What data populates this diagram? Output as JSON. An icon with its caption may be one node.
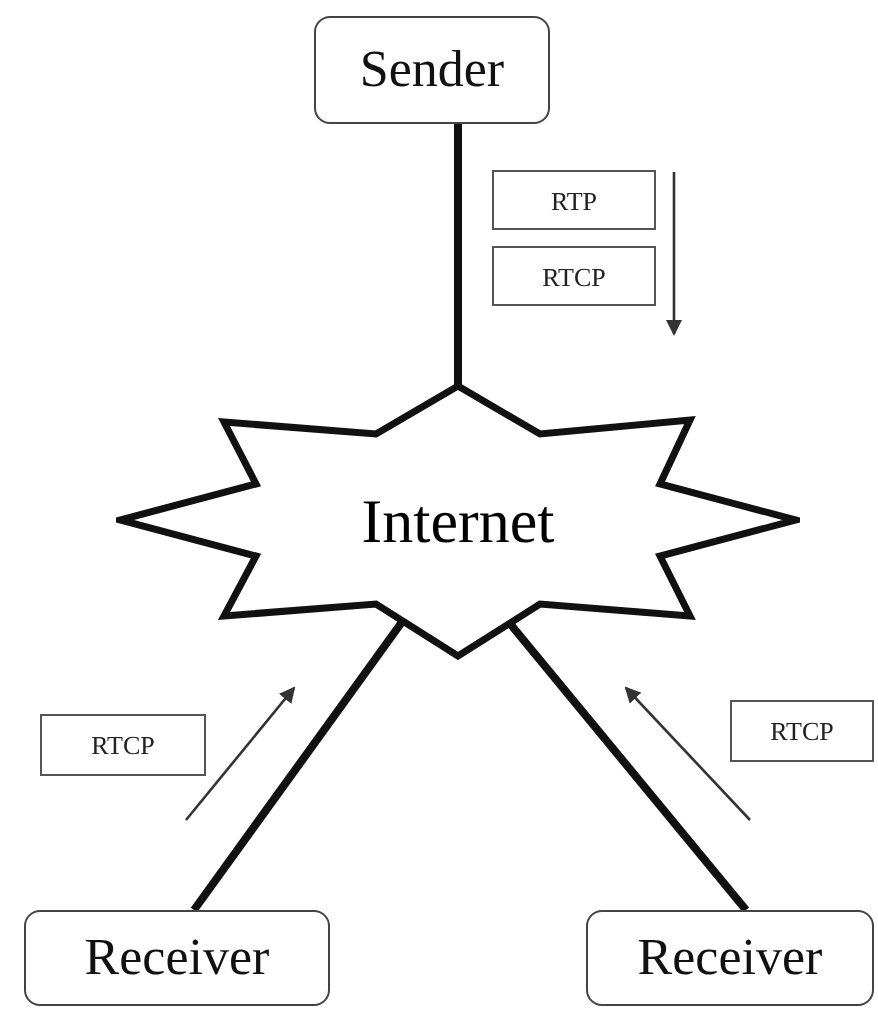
{
  "diagram": {
    "nodes": [
      {
        "text": [
          "Sender"
        ]
      },
      {
        "text": [
          "Internet"
        ]
      },
      {
        "text": [
          "Receiver"
        ]
      },
      {
        "text": [
          "Receiver"
        ]
      },
      {
        "text": [
          "RTP"
        ]
      },
      {
        "text": [
          "RTCP"
        ]
      },
      {
        "text": [
          "RTCP"
        ]
      },
      {
        "text": [
          "RTCP"
        ]
      }
    ],
    "edges": [
      {
        "from": 0,
        "to": 1,
        "arrow": "none"
      },
      {
        "from": 1,
        "to": 2,
        "arrow": "none"
      },
      {
        "from": 1,
        "to": 3,
        "arrow": "none"
      }
    ]
  }
}
